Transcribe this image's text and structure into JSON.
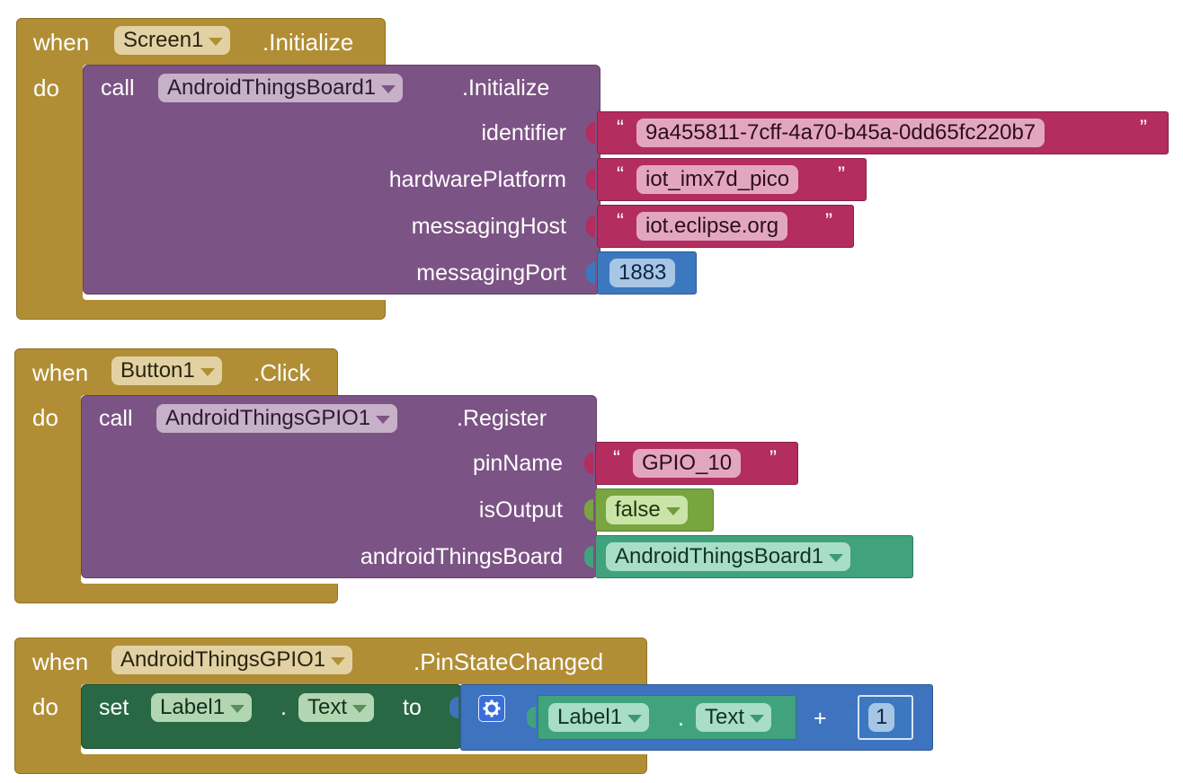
{
  "blocks": {
    "screen_init": {
      "when": "when",
      "component": "Screen1",
      "event": ".Initialize",
      "do": "do",
      "call": {
        "call": "call",
        "component": "AndroidThingsBoard1",
        "method": ".Initialize",
        "params": [
          {
            "label": "identifier",
            "value": "9a455811-7cff-4a70-b45a-0dd65fc220b7"
          },
          {
            "label": "hardwarePlatform",
            "value": "iot_imx7d_pico"
          },
          {
            "label": "messagingHost",
            "value": "iot.eclipse.org"
          },
          {
            "label": "messagingPort",
            "value": "1883"
          }
        ]
      }
    },
    "button_click": {
      "when": "when",
      "component": "Button1",
      "event": ".Click",
      "do": "do",
      "call": {
        "call": "call",
        "component": "AndroidThingsGPIO1",
        "method": ".Register",
        "params": [
          {
            "label": "pinName",
            "value": "GPIO_10"
          },
          {
            "label": "isOutput",
            "value": "false"
          },
          {
            "label": "androidThingsBoard",
            "value": "AndroidThingsBoard1"
          }
        ]
      }
    },
    "pin_changed": {
      "when": "when",
      "component": "AndroidThingsGPIO1",
      "event": ".PinStateChanged",
      "do": "do",
      "set": {
        "set": "set",
        "component": "Label1",
        "dot": ".",
        "property": "Text",
        "to": "to",
        "get_component": "Label1",
        "get_property": "Text",
        "operator": "+",
        "number": "1"
      }
    }
  },
  "quote_open": "“",
  "quote_close": "”",
  "icons": {
    "dropdown": "triangle-down",
    "mutator": "gear-icon"
  },
  "colors": {
    "event": "#b18e35",
    "procedure": "#7c5385",
    "text": "#b32d5e",
    "math": "#3c78c0",
    "logic": "#78a540",
    "component": "#40a37d",
    "setter": "#286845"
  }
}
